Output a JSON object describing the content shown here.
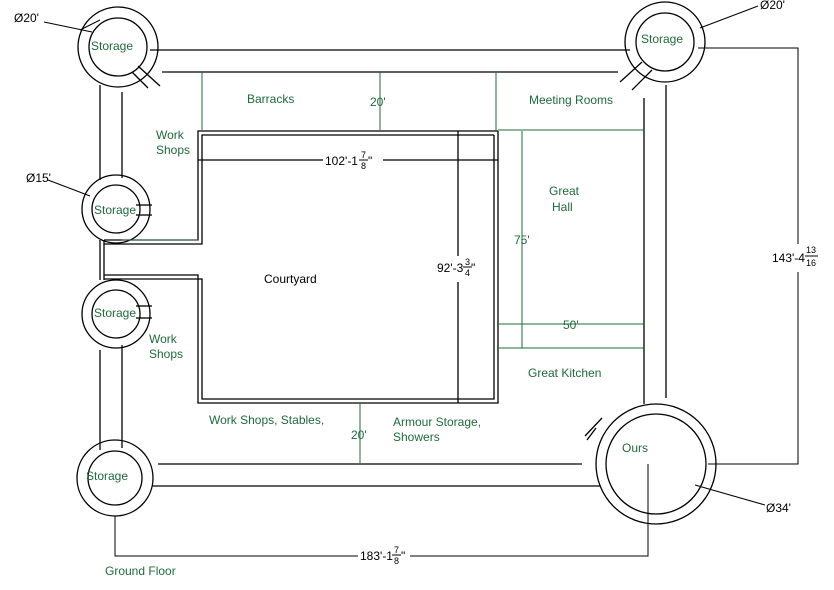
{
  "title": "Ground Floor",
  "colors": {
    "room_lines": "#1f6b3a",
    "walls": "#000000",
    "background": "#ffffff"
  },
  "rooms": {
    "storage": "Storage",
    "barracks": "Barracks",
    "meeting_rooms": "Meeting Rooms",
    "work_shops": [
      "Work",
      "Shops"
    ],
    "great_hall": [
      "Great",
      "Hall"
    ],
    "courtyard": "Courtyard",
    "great_kitchen": "Great Kitchen",
    "work_shops_stables": "Work Shops, Stables,",
    "armour_storage": [
      "Armour Storage,",
      "Showers"
    ],
    "ours": "Ours"
  },
  "dimensions": {
    "dia_20": "Ø20'",
    "dia_15": "Ø15'",
    "dia_34": "Ø34'",
    "barracks_depth": "20'",
    "south_range_depth": "20'",
    "hall_length": "75'",
    "hall_width": "50'",
    "courtyard_width": {
      "whole": "102'-1",
      "num": "7",
      "den": "8",
      "suffix": "\""
    },
    "courtyard_depth": {
      "whole": "92'-3",
      "num": "3",
      "den": "4",
      "suffix": "\""
    },
    "overall_depth": {
      "whole": "143'-4",
      "num": "13",
      "den": "16",
      "suffix": ""
    },
    "overall_width": {
      "whole": "183'-1",
      "num": "7",
      "den": "8",
      "suffix": "\""
    }
  }
}
